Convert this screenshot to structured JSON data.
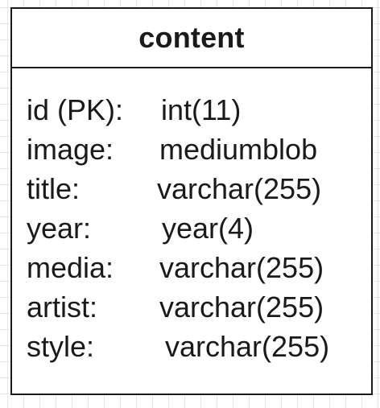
{
  "entity": {
    "name": "content",
    "fields": [
      {
        "name": "id (PK):",
        "type": "int(11)"
      },
      {
        "name": "image:",
        "type": "mediumblob"
      },
      {
        "name": "title:",
        "type": "varchar(255)"
      },
      {
        "name": "year:",
        "type": "year(4)"
      },
      {
        "name": "media:",
        "type": "varchar(255)"
      },
      {
        "name": "artist:",
        "type": "varchar(255)"
      },
      {
        "name": "style:",
        "type": "varchar(255)"
      }
    ]
  }
}
